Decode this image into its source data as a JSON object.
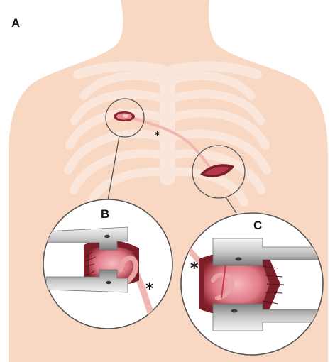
{
  "labels": {
    "panel_a": "A",
    "panel_b": "B",
    "panel_c": "C",
    "asterisk_main": "*",
    "asterisk_b": "*",
    "asterisk_c": "*"
  },
  "colors": {
    "skin": "#f8d7c3",
    "ribs": "#fbe4d8",
    "ribs_outline": "#f2c9b4",
    "wound_dark": "#7a1e28",
    "wound_mid": "#c43a4a",
    "tissue_pink": "#f2a3ad",
    "graft": "#f0b7b2",
    "retractor_light": "#e6e6e6",
    "retractor_dark": "#8c8c8c",
    "circle_stroke": "#555555",
    "circle_fill": "#ffffff"
  }
}
